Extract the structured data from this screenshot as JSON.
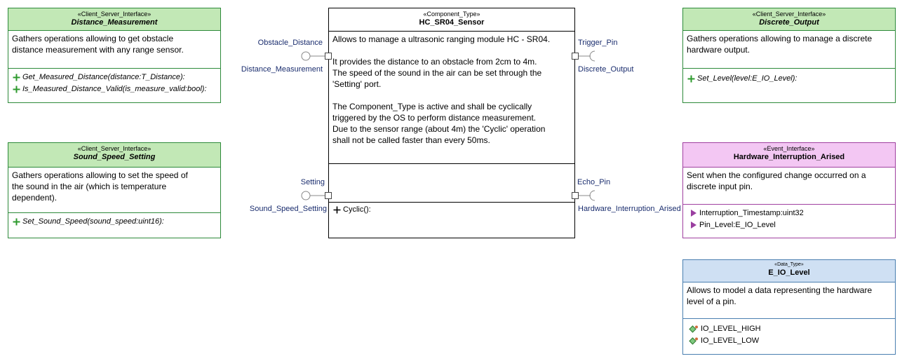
{
  "interfaces_left": [
    {
      "stereotype": "«Client_Server_Interface»",
      "name": "Distance_Measurement",
      "description": "Gathers operations allowing to get obstacle\ndistance measurement with any range sensor.",
      "operations": [
        "Get_Measured_Distance(distance:T_Distance):",
        "Is_Measured_Distance_Valid(is_measure_valid:bool):"
      ]
    },
    {
      "stereotype": "«Client_Server_Interface»",
      "name": "Sound_Speed_Setting",
      "description": "Gathers operations allowing to set the speed of\nthe sound in the air (which is temperature\ndependent).",
      "operations": [
        "Set_Sound_Speed(sound_speed:uint16):"
      ]
    }
  ],
  "component": {
    "stereotype": "«Component_Type»",
    "name": "HC_SR04_Sensor",
    "description": "Allows to manage a ultrasonic ranging module HC - SR04.\n\nIt provides the distance to an obstacle from 2cm to 4m.\nThe speed of the sound in the air can be set through the\n'Setting' port.\n\nThe Component_Type is active and shall be cyclically\ntriggered by the OS to perform distance measurement.\nDue to the sensor range (about 4m) the 'Cyclic' operation\nshall not be called faster than every 50ms.",
    "operation": "Cyclic():"
  },
  "ports": {
    "obstacle_distance": "Obstacle_Distance",
    "distance_measurement": "Distance_Measurement",
    "setting": "Setting",
    "sound_speed_setting": "Sound_Speed_Setting",
    "trigger_pin": "Trigger_Pin",
    "discrete_output": "Discrete_Output",
    "echo_pin": "Echo_Pin",
    "hardware_interruption_arised": "Hardware_Interruption_Arised"
  },
  "interfaces_right": {
    "discrete_output": {
      "stereotype": "«Client_Server_Interface»",
      "name": "Discrete_Output",
      "description": "Gathers operations allowing to manage a discrete\nhardware output.",
      "operations": [
        "Set_Level(level:E_IO_Level):"
      ]
    },
    "event": {
      "stereotype": "«Event_Interface»",
      "name": "Hardware_Interruption_Arised",
      "description": "Sent when the configured change occurred on a\ndiscrete input pin.",
      "attributes": [
        "Interruption_Timestamp:uint32",
        "Pin_Level:E_IO_Level"
      ]
    },
    "data_type": {
      "stereotype": "«Data_Type»",
      "name": "E_IO_Level",
      "description": "Allows to model a data representing the hardware\nlevel of a pin.",
      "literals": [
        "IO_LEVEL_HIGH",
        "IO_LEVEL_LOW"
      ]
    }
  },
  "colors": {
    "client_server_header": "#c2e8b6",
    "client_server_border": "#2d8a3a",
    "event_header": "#f3c7f3",
    "event_border": "#a040a0",
    "data_type_header": "#cfe0f3",
    "data_type_border": "#4a7fb0",
    "port_label": "#1a2d6e",
    "plus_icon": "#2d9a2d",
    "attribute_icon": "#9a3fa0"
  }
}
